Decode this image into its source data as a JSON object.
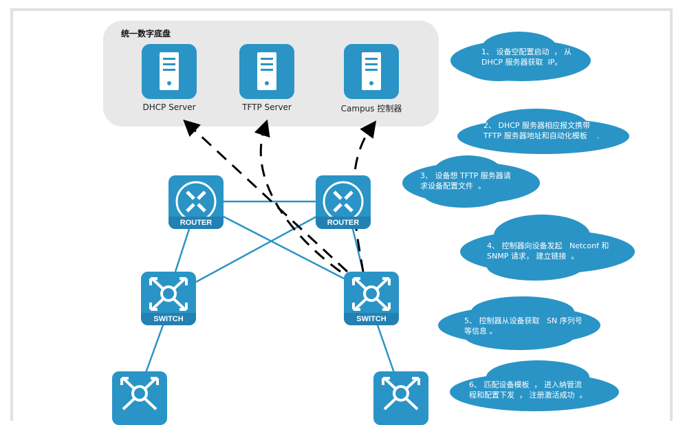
{
  "panel": {
    "title": "统一数字底盘",
    "servers": [
      {
        "label": "DHCP Server",
        "icon": "server-icon"
      },
      {
        "label": "TFTP Server",
        "icon": "server-icon"
      },
      {
        "label": "Campus 控制器",
        "icon": "server-icon"
      }
    ]
  },
  "devices": {
    "router_left": "ROUTER",
    "router_right": "ROUTER",
    "switch_left": "SWITCH",
    "switch_right": "SWITCH"
  },
  "steps": [
    {
      "line1": "1、 设备空配置启动  ， 从",
      "line2": "DHCP 服务器获取  IP。"
    },
    {
      "line1": "2、 DHCP 服务器相应报文携带",
      "line2": "TFTP 服务器地址和自动化模板    ."
    },
    {
      "line1": "3、 设备想 TFTP 服务器请",
      "line2": "求设备配置文件  。"
    },
    {
      "line1": "4、 控制器向设备发起   Netconf 和",
      "line2": "SNMP 请求， 建立链接  。"
    },
    {
      "line1": "5、 控制器从设备获取   SN 序列号",
      "line2": "等信息 。"
    },
    {
      "line1": "6、 匹配设备模板  ， 进入纳管流",
      "line2": "程和配置下发  ， 注册激活成功  。"
    }
  ],
  "colors": {
    "device": "#2a94c6",
    "device_footer": "#2380b2",
    "link": "#2a94c6",
    "panel": "#e8e8e8"
  }
}
